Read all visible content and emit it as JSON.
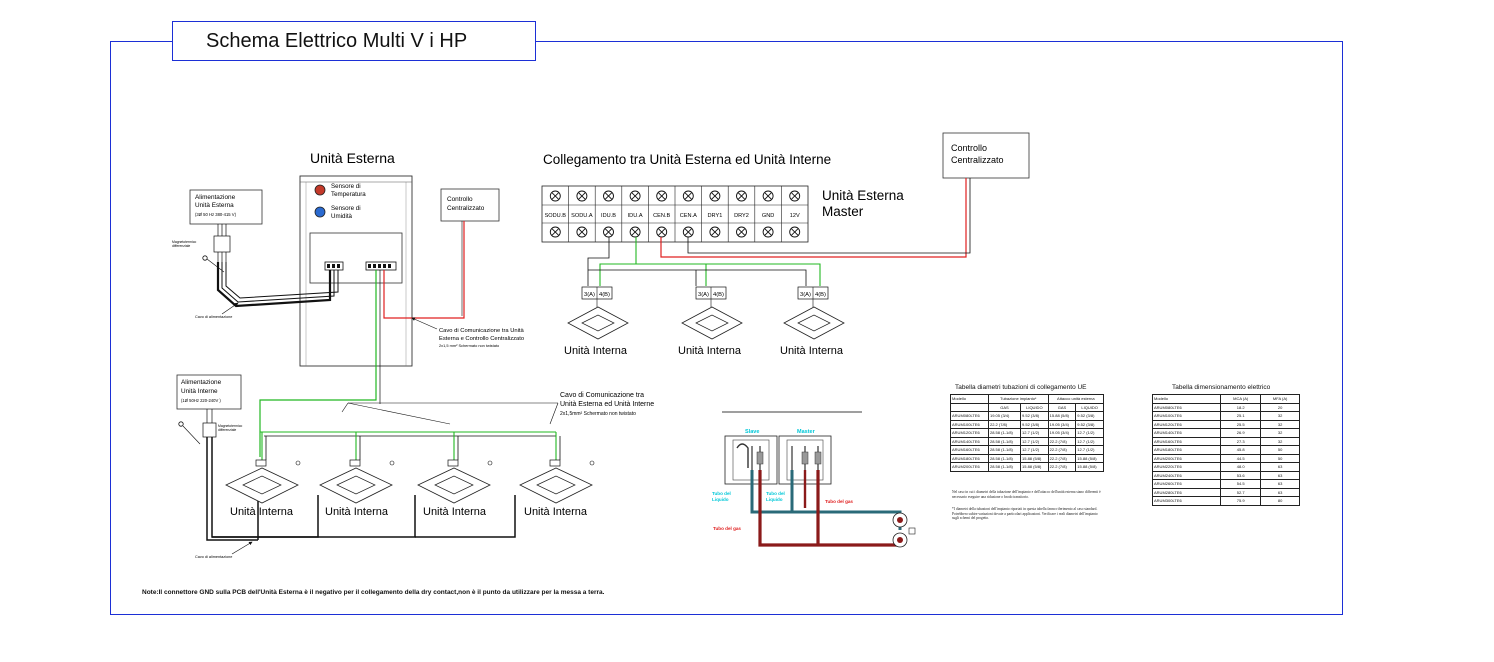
{
  "title": "Schema Elettrico Multi V i HP",
  "outdoor": {
    "heading": "Unità Esterna",
    "sensor_temp": [
      "Sensore di",
      "Temperatura"
    ],
    "sensor_hum": [
      "Sensore di",
      "Umidità"
    ],
    "power_box": [
      "Alimentazione",
      "Unità Esterna",
      "(3Ø 50 Hz 380-415 V)"
    ],
    "breaker_label": [
      "Magnetotermico",
      "differenziale"
    ],
    "power_cable_label": "Cavo di alimentazione",
    "ctrl_small": [
      "Controllo",
      "Centralizzato"
    ],
    "comm_cable": [
      "Cavo di Comunicazione tra Unità",
      "Esterna e Controllo Centralizzato",
      "2x1,5 mm² Schermato non twistato"
    ]
  },
  "indoor_power": {
    "box": [
      "Alimentazione",
      "Unità Interne",
      "(1Ø 50Hz 220-240V )"
    ],
    "breaker_label": [
      "Magnetotermico",
      "differenziale"
    ],
    "power_cable_label": "Cavo di alimentazione",
    "comm_cable": [
      "Cavo di Comunicazione tra",
      "Unità Esterna ed Unità Interne",
      "2x1,5mm² Schermato non twistato"
    ],
    "units": [
      "Unità Interna",
      "Unità Interna",
      "Unità Interna",
      "Unità Interna"
    ]
  },
  "terminal": {
    "heading": "Collegamento tra Unità Esterna ed Unità Interne",
    "terminals": [
      "SODU.B",
      "SODU.A",
      "IDU.B",
      "IDU.A",
      "CEN.B",
      "CEN.A",
      "DRY1",
      "DRY2",
      "GND",
      "12V"
    ],
    "master_label": [
      "Unità Esterna",
      "Master"
    ],
    "ctrl_big": [
      "Controllo",
      "Centralizzato"
    ],
    "unit_terminals": [
      "3(A)",
      "4(B)"
    ],
    "units": [
      "Unità Interna",
      "Unità Interna",
      "Unità Interna"
    ]
  },
  "piping": {
    "slave": "Slave",
    "master": "Master",
    "liquid_left": [
      "Tubo del",
      "Liquido"
    ],
    "liquid_mid": [
      "Tubo del",
      "Liquido"
    ],
    "gas_right": "Tubo del gas",
    "gas_left": "Tubo del gas"
  },
  "table1": {
    "title": "Tabella diametri tubazioni di collegamento UE",
    "head1": [
      "Modello",
      "Tubazione impianto*",
      "Attacco unità esterna"
    ],
    "head2": [
      "",
      "GAS",
      "LIQUIDO",
      "GAS",
      "LIQUIDO"
    ],
    "rows": [
      [
        "ARUM080LTE6",
        "19.05 (3/4)",
        "9.52 (3/8)",
        "15.88 (5/8)",
        "9.52 (3/8)"
      ],
      [
        "ARUM100LTE6",
        "22.2 (7/8)",
        "9.52 (3/8)",
        "19.05 (3/4)",
        "9.52 (3/8)"
      ],
      [
        "ARUM120LTE6",
        "28.58 (1-1/8)",
        "12.7 (1/2)",
        "19.05 (3/4)",
        "12.7 (1/2)"
      ],
      [
        "ARUM140LTE6",
        "28.58 (1-1/8)",
        "12.7 (1/2)",
        "22.2 (7/8)",
        "12.7 (1/2)"
      ],
      [
        "ARUM160LTE6",
        "28.58 (1-1/8)",
        "12.7 (1/2)",
        "22.2 (7/8)",
        "12.7 (1/2)"
      ],
      [
        "ARUM180LTE6",
        "28.58 (1-1/8)",
        "15.88 (5/8)",
        "22.2 (7/8)",
        "15.88 (5/8)"
      ],
      [
        "ARUM200LTE6",
        "28.58 (1-1/8)",
        "15.88 (5/8)",
        "22.2 (7/8)",
        "15.88 (5/8)"
      ]
    ],
    "note1": "Nel caso in cui i diametri della tubazione dell'impianto e dell'attacco dell'unità esterna siano differenti è necessario eseguire una riduzione o brodo transitorio.",
    "note2": "*I diametri della tubazioni dell'impianto riportati in questa tabella fanno riferimento al caso standard. Potrebbero subire variazioni dovute a particolari applicazioni. Verificare i reali diametri dell'impianto sugli schemi del progetto."
  },
  "table2": {
    "title": "Tabella dimensionamento elettrico",
    "head": [
      "Modello",
      "MCA (A)",
      "MFA (A)"
    ],
    "rows": [
      [
        "ARUM080LTE6",
        "18.2",
        "20"
      ],
      [
        "ARUM100LTE6",
        "25.1",
        "32"
      ],
      [
        "ARUM120LTE6",
        "25.5",
        "32"
      ],
      [
        "ARUM140LTE6",
        "26.9",
        "32"
      ],
      [
        "ARUM160LTE6",
        "27.3",
        "32"
      ],
      [
        "ARUM180LTE6",
        "45.8",
        "50"
      ],
      [
        "ARUM200LTE6",
        "44.5",
        "50"
      ],
      [
        "ARUM220LTE6",
        "48.0",
        "63"
      ],
      [
        "ARUM240LTE6",
        "53.6",
        "63"
      ],
      [
        "ARUM260LTE6",
        "54.5",
        "63"
      ],
      [
        "ARUM280LTE6",
        "52.7",
        "63"
      ],
      [
        "ARUM300LTE6",
        "75.9",
        "80"
      ]
    ]
  },
  "footnote": "Note:Il connettore GND sulla PCB dell'Unità Esterna è il negativo per il collegamento della dry contact,non è il punto da utilizzare per la messa a terra.",
  "colors": {
    "frame": "#1c2fd6",
    "red_wire": "#e02020",
    "green_wire": "#22b822",
    "cyan_label": "#00c8d8",
    "pipe_red": "#8b1a1a",
    "pipe_teal": "#2a6a78"
  }
}
